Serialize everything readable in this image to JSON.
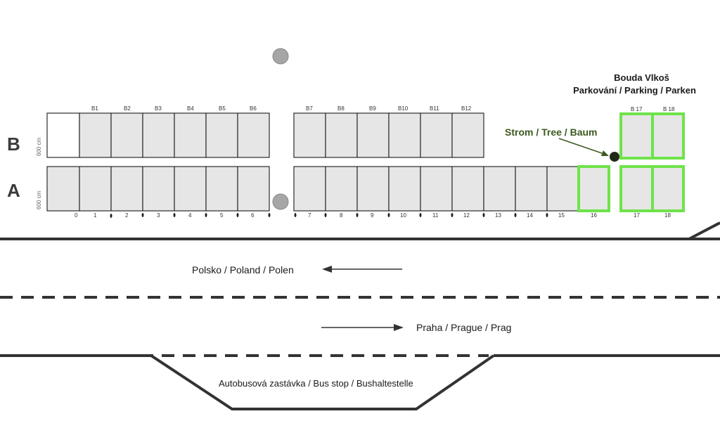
{
  "title": {
    "line1": "Bouda Vlkoš",
    "line2": "Parkování / Parking / Parken"
  },
  "rows": {
    "B": {
      "label": "B",
      "depth": "600 cm"
    },
    "A": {
      "label": "A",
      "depth": "600 cm"
    }
  },
  "spaces_B_left": [
    "",
    "B1",
    "B2",
    "B3",
    "B4",
    "B5",
    "B6"
  ],
  "spaces_B_right": [
    "B7",
    "B8",
    "B9",
    "B10",
    "B11",
    "B12"
  ],
  "spaces_B_highlight": [
    "B 17",
    "B 18"
  ],
  "spaces_A_numbers": [
    "0",
    "1",
    "2",
    "3",
    "4",
    "5",
    "6",
    "7",
    "8",
    "9",
    "10",
    "11",
    "12",
    "13",
    "14",
    "15",
    "16",
    "17",
    "18"
  ],
  "highlighted_spaces": [
    "16",
    "17",
    "18",
    "B 17",
    "B 18"
  ],
  "tree_label": "Strom / Tree / Baum",
  "road": {
    "to_poland": "Polsko / Poland / Polen",
    "to_prague": "Praha / Prague / Prag"
  },
  "bus_stop": "Autobusová zastávka / Bus stop / Bushaltestelle",
  "colors": {
    "space_fill": "#e6e6e6",
    "space_stroke": "#2b2b2b",
    "highlight": "#6ee34a",
    "road_line": "#333333",
    "tree_dot": "#1f2a16",
    "tree_text": "#3d5a1f",
    "grey_circle": "#a6a6a6"
  }
}
